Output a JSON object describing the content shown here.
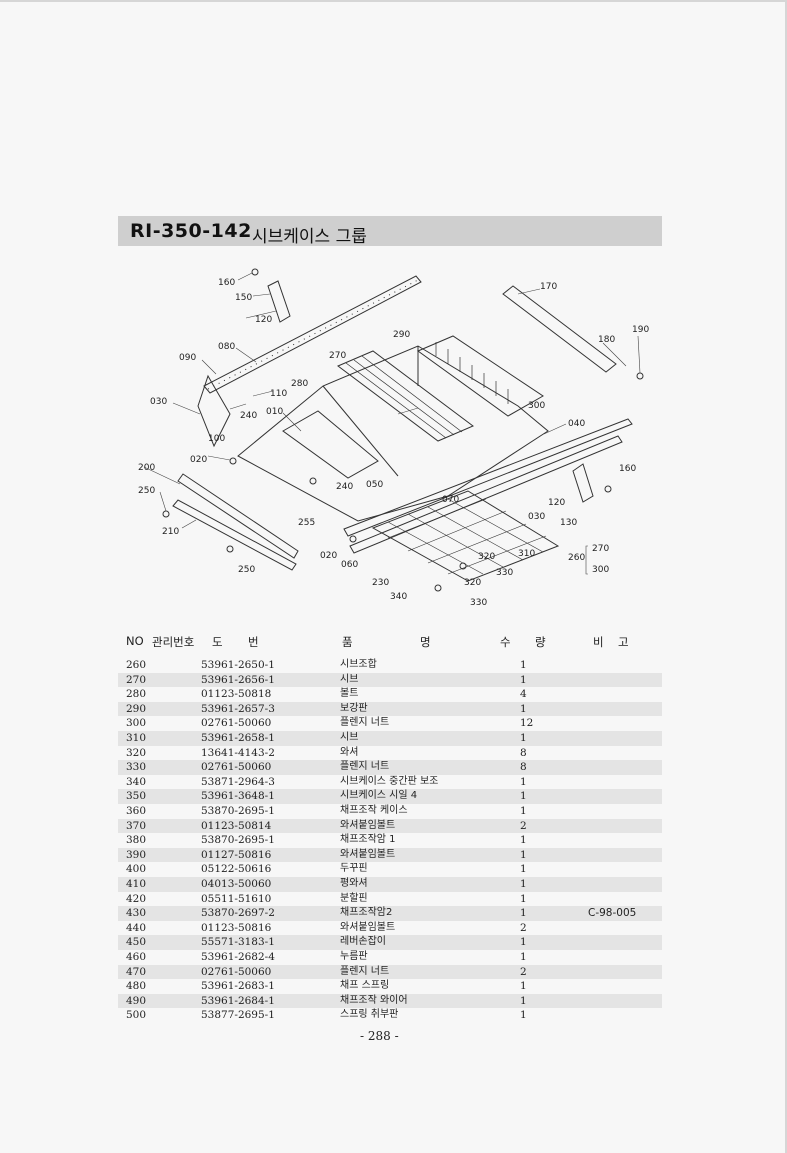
{
  "header": {
    "code": "RI-350-142",
    "name": "시브케이스 그룹"
  },
  "diagram": {
    "callouts": [
      "160",
      "150",
      "120",
      "080",
      "090",
      "030",
      "240",
      "110",
      "280",
      "010",
      "100",
      "020",
      "200",
      "250",
      "210",
      "250",
      "255",
      "240",
      "050",
      "070",
      "020",
      "060",
      "230",
      "340",
      "330",
      "320",
      "310",
      "330",
      "320",
      "030",
      "130",
      "120",
      "160",
      "040",
      "300",
      "180",
      "190",
      "170",
      "290",
      "270",
      "270",
      "260",
      "300"
    ]
  },
  "table": {
    "headers": {
      "no": "NO",
      "mgmt": "관리번호",
      "dwg_a": "도",
      "dwg_b": "번",
      "name_a": "품",
      "name_b": "명",
      "qty_a": "수",
      "qty_b": "량",
      "note_a": "비",
      "note_b": "고"
    },
    "rows": [
      {
        "no": "260",
        "dwg": "53961-2650-1",
        "name": "시브조합",
        "qty": "1",
        "note": ""
      },
      {
        "no": "270",
        "dwg": "53961-2656-1",
        "name": "시브",
        "qty": "1",
        "note": ""
      },
      {
        "no": "280",
        "dwg": "01123-50818",
        "name": "볼트",
        "qty": "4",
        "note": ""
      },
      {
        "no": "290",
        "dwg": "53961-2657-3",
        "name": "보강판",
        "qty": "1",
        "note": ""
      },
      {
        "no": "300",
        "dwg": "02761-50060",
        "name": "플렌지 너트",
        "qty": "12",
        "note": ""
      },
      {
        "no": "310",
        "dwg": "53961-2658-1",
        "name": "시브",
        "qty": "1",
        "note": ""
      },
      {
        "no": "320",
        "dwg": "13641-4143-2",
        "name": "와셔",
        "qty": "8",
        "note": ""
      },
      {
        "no": "330",
        "dwg": "02761-50060",
        "name": "플렌지 너트",
        "qty": "8",
        "note": ""
      },
      {
        "no": "340",
        "dwg": "53871-2964-3",
        "name": "시브케이스 중간판 보조",
        "qty": "1",
        "note": ""
      },
      {
        "no": "350",
        "dwg": "53961-3648-1",
        "name": "시브케이스 시일 4",
        "qty": "1",
        "note": ""
      },
      {
        "no": "360",
        "dwg": "53870-2695-1",
        "name": "채프조작 케이스",
        "qty": "1",
        "note": ""
      },
      {
        "no": "370",
        "dwg": "01123-50814",
        "name": "와셔붙임볼트",
        "qty": "2",
        "note": ""
      },
      {
        "no": "380",
        "dwg": "53870-2695-1",
        "name": "채프조작암 1",
        "qty": "1",
        "note": ""
      },
      {
        "no": "390",
        "dwg": "01127-50816",
        "name": "와셔붙임볼트",
        "qty": "1",
        "note": ""
      },
      {
        "no": "400",
        "dwg": "05122-50616",
        "name": "두꾸핀",
        "qty": "1",
        "note": ""
      },
      {
        "no": "410",
        "dwg": "04013-50060",
        "name": "평와셔",
        "qty": "1",
        "note": ""
      },
      {
        "no": "420",
        "dwg": "05511-51610",
        "name": "분할핀",
        "qty": "1",
        "note": ""
      },
      {
        "no": "430",
        "dwg": "53870-2697-2",
        "name": "채프조작암2",
        "qty": "1",
        "note": "C-98-005"
      },
      {
        "no": "440",
        "dwg": "01123-50816",
        "name": "와셔붙임볼트",
        "qty": "2",
        "note": ""
      },
      {
        "no": "450",
        "dwg": "55571-3183-1",
        "name": "레버손잡이",
        "qty": "1",
        "note": ""
      },
      {
        "no": "460",
        "dwg": "53961-2682-4",
        "name": "누름판",
        "qty": "1",
        "note": ""
      },
      {
        "no": "470",
        "dwg": "02761-50060",
        "name": "플렌지 너트",
        "qty": "2",
        "note": ""
      },
      {
        "no": "480",
        "dwg": "53961-2683-1",
        "name": "채프 스프링",
        "qty": "1",
        "note": ""
      },
      {
        "no": "490",
        "dwg": "53961-2684-1",
        "name": "채프조작 와이어",
        "qty": "1",
        "note": ""
      },
      {
        "no": "500",
        "dwg": "53877-2695-1",
        "name": "스프링 취부판",
        "qty": "1",
        "note": ""
      }
    ]
  },
  "footer": {
    "page": "- 288 -"
  }
}
